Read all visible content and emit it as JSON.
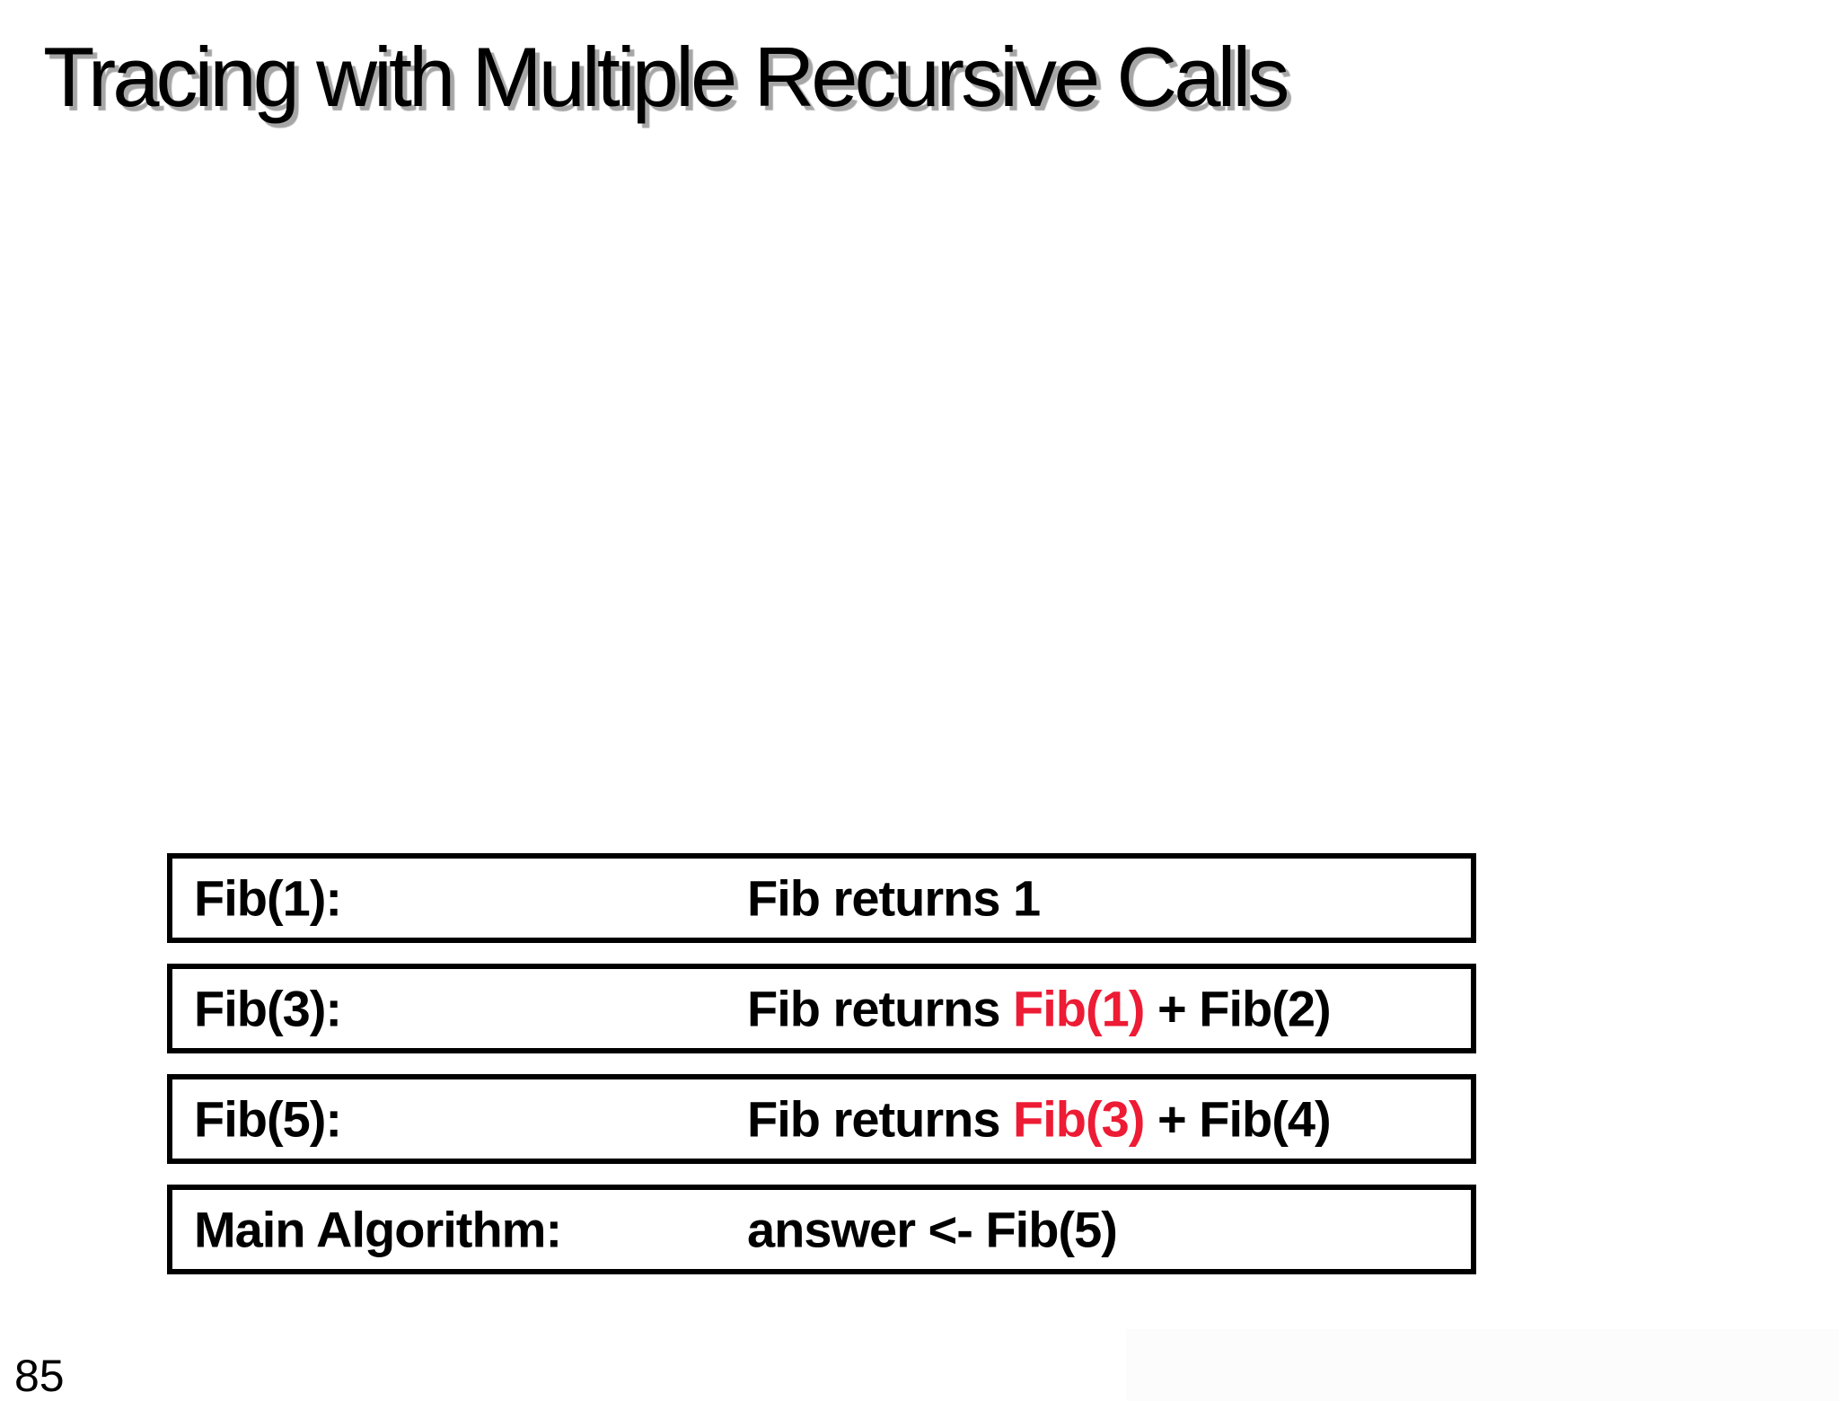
{
  "slide": {
    "title": "Tracing with Multiple Recursive Calls",
    "page_number": "85"
  },
  "frames": [
    {
      "label": "Fib(1):",
      "value_prefix": "Fib returns 1",
      "value_highlight": "",
      "value_suffix": ""
    },
    {
      "label": "Fib(3):",
      "value_prefix": "Fib returns ",
      "value_highlight": "Fib(1)",
      "value_suffix": " + Fib(2)"
    },
    {
      "label": "Fib(5):",
      "value_prefix": "Fib returns ",
      "value_highlight": "Fib(3)",
      "value_suffix": " + Fib(4)"
    },
    {
      "label": "Main Algorithm:",
      "value_prefix": "answer <- Fib(5)",
      "value_highlight": "",
      "value_suffix": ""
    }
  ],
  "colors": {
    "highlight-red": "#ed1b34",
    "title-shadow": "#a6a6a6",
    "frame-border": "#000000",
    "background": "#ffffff",
    "corner-shade": "#fcfcfc"
  }
}
